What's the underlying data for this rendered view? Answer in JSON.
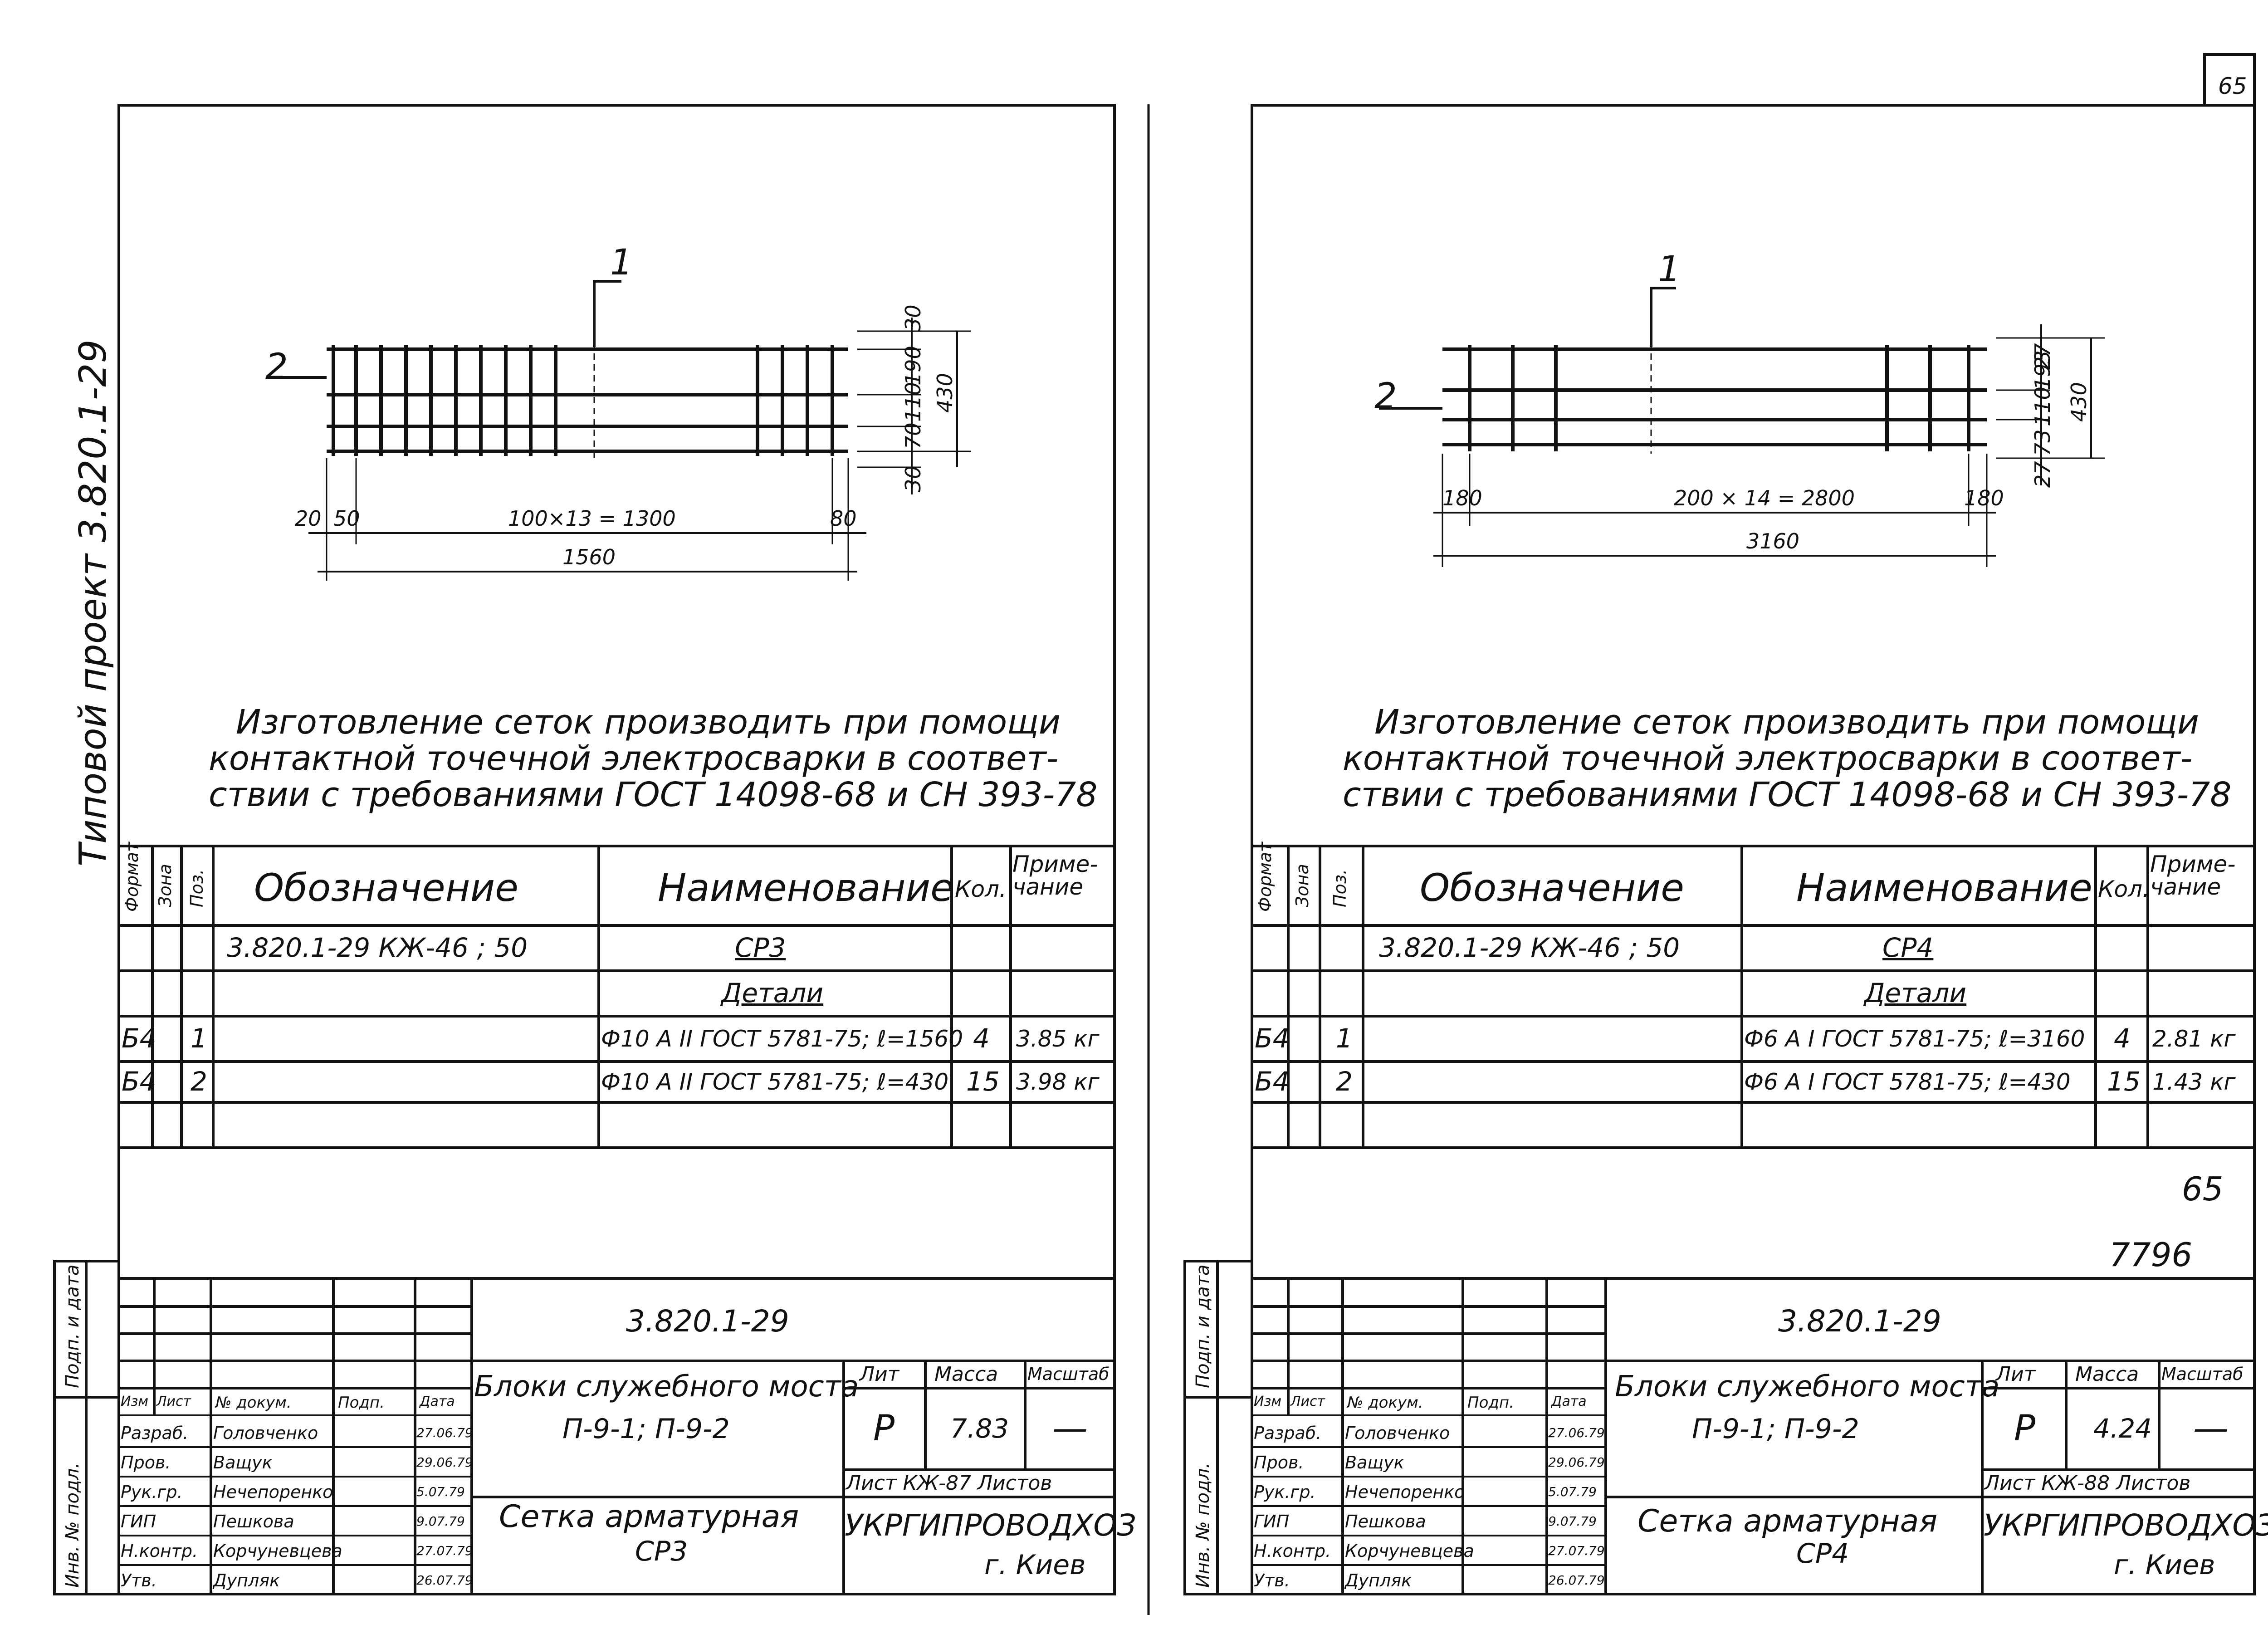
{
  "page_number": "65",
  "side_label": "Типовой проект 3.820.1-29",
  "sheets": [
    {
      "id": "sr3",
      "drawing": {
        "mark_1": "1",
        "mark_2": "2",
        "dim_right": [
          "30",
          "190",
          "110",
          "70",
          "30"
        ],
        "dim_right_total": "430",
        "dim_bottom_left": "20",
        "dim_bottom_left2": "50",
        "dim_span": "100×13 = 1300",
        "dim_bottom_right": "80",
        "dim_total": "1560"
      },
      "note": [
        "Изготовление сеток производить при помощи",
        "контактной точечной электросварки в соответ-",
        "ствии с требованиями ГОСТ 14098-68 и СН 393-78"
      ],
      "spec": {
        "headers": {
          "format": "Формат",
          "zone": "Зона",
          "pos": "Поз.",
          "designation": "Обозначение",
          "name": "Наименование",
          "qty": "Кол.",
          "note": "Приме-чание"
        },
        "rows": [
          {
            "format": "",
            "pos": "",
            "designation": "3.820.1-29   КЖ-46 ; 50",
            "name": "СР3",
            "qty": "",
            "note": ""
          },
          {
            "format": "",
            "pos": "",
            "designation": "",
            "name": "Детали",
            "qty": "",
            "note": ""
          },
          {
            "format": "Б4",
            "pos": "1",
            "designation": "",
            "name": "Ф10 А II ГОСТ 5781-75; ℓ=1560",
            "qty": "4",
            "note": "3.85 кг"
          },
          {
            "format": "Б4",
            "pos": "2",
            "designation": "",
            "name": "Ф10 А II ГОСТ 5781-75; ℓ=430",
            "qty": "15",
            "note": "3.98 кг"
          }
        ]
      },
      "title_block": {
        "doc_code": "3.820.1-29",
        "col_heads": [
          "Изм",
          "Лист",
          "№ докум.",
          "Подп.",
          "Дата"
        ],
        "staff": [
          {
            "role": "Разраб.",
            "name": "Головченко",
            "date": "27.06.79"
          },
          {
            "role": "Пров.",
            "name": "Ващук",
            "date": "29.06.79"
          },
          {
            "role": "Рук.гр.",
            "name": "Нечепоренко",
            "date": "5.07.79"
          },
          {
            "role": "ГИП",
            "name": "Пешкова",
            "date": "9.07.79"
          },
          {
            "role": "Н.контр.",
            "name": "Корчуневцева",
            "date": "27.07.79"
          },
          {
            "role": "Утв.",
            "name": "Дупляк",
            "date": "26.07.79"
          }
        ],
        "object": [
          "Блоки служебного моста",
          "П-9-1;  П-9-2"
        ],
        "lit_label": "Лит",
        "mass_label": "Масса",
        "scale_label": "Масштаб",
        "lit": "Р",
        "mass": "7.83",
        "scale": "—",
        "sheet_label": "Лист КЖ-87 Листов",
        "title": [
          "Сетка арматурная",
          "СР3"
        ],
        "org": [
          "УКРГИПРОВОДХОЗ",
          "г. Киев"
        ]
      },
      "side_stamp": {
        "inv": "Инв. № подл.",
        "sign": "Подп. и дата"
      }
    },
    {
      "id": "sr4",
      "drawing": {
        "mark_1": "1",
        "mark_2": "2",
        "dim_right": [
          "27",
          "193",
          "110",
          "73",
          "27"
        ],
        "dim_right_total": "430",
        "dim_bottom_left": "180",
        "dim_span": "200 × 14 = 2800",
        "dim_bottom_right": "180",
        "dim_total": "3160"
      },
      "note": [
        "Изготовление сеток производить при помощи",
        "контактной точечной электросварки в соответ-",
        "ствии с требованиями ГОСТ 14098-68 и СН 393-78"
      ],
      "spec": {
        "headers": {
          "format": "Формат",
          "zone": "Зона",
          "pos": "Поз.",
          "designation": "Обозначение",
          "name": "Наименование",
          "qty": "Кол.",
          "note": "Приме-чание"
        },
        "rows": [
          {
            "format": "",
            "pos": "",
            "designation": "3.820.1-29     КЖ-46 ; 50",
            "name": "СР4",
            "qty": "",
            "note": ""
          },
          {
            "format": "",
            "pos": "",
            "designation": "",
            "name": "Детали",
            "qty": "",
            "note": ""
          },
          {
            "format": "Б4",
            "pos": "1",
            "designation": "",
            "name": "Ф6 А I ГОСТ 5781-75; ℓ=3160",
            "qty": "4",
            "note": "2.81 кг"
          },
          {
            "format": "Б4",
            "pos": "2",
            "designation": "",
            "name": "Ф6 А I ГОСТ 5781-75; ℓ=430",
            "qty": "15",
            "note": "1.43 кг"
          }
        ]
      },
      "stamp_numbers": [
        "65",
        "7796"
      ],
      "title_block": {
        "doc_code": "3.820.1-29",
        "col_heads": [
          "Изм",
          "Лист",
          "№ докум.",
          "Подп.",
          "Дата"
        ],
        "staff": [
          {
            "role": "Разраб.",
            "name": "Головченко",
            "date": "27.06.79"
          },
          {
            "role": "Пров.",
            "name": "Ващук",
            "date": "29.06.79"
          },
          {
            "role": "Рук.гр.",
            "name": "Нечепоренко",
            "date": "5.07.79"
          },
          {
            "role": "ГИП",
            "name": "Пешкова",
            "date": "9.07.79"
          },
          {
            "role": "Н.контр.",
            "name": "Корчуневцева",
            "date": "27.07.79"
          },
          {
            "role": "Утв.",
            "name": "Дупляк",
            "date": "26.07.79"
          }
        ],
        "object": [
          "Блоки служебного моста",
          "П-9-1;  П-9-2"
        ],
        "lit_label": "Лит",
        "mass_label": "Масса",
        "scale_label": "Масштаб",
        "lit": "Р",
        "mass": "4.24",
        "scale": "—",
        "sheet_label": "Лист КЖ-88 Листов",
        "title": [
          "Сетка арматурная",
          "СР4"
        ],
        "org": [
          "УКРГИПРОВОДХОЗ",
          "г. Киев"
        ]
      },
      "side_stamp": {
        "inv": "Инв. № подл.",
        "sign": "Подп. и дата"
      }
    }
  ]
}
